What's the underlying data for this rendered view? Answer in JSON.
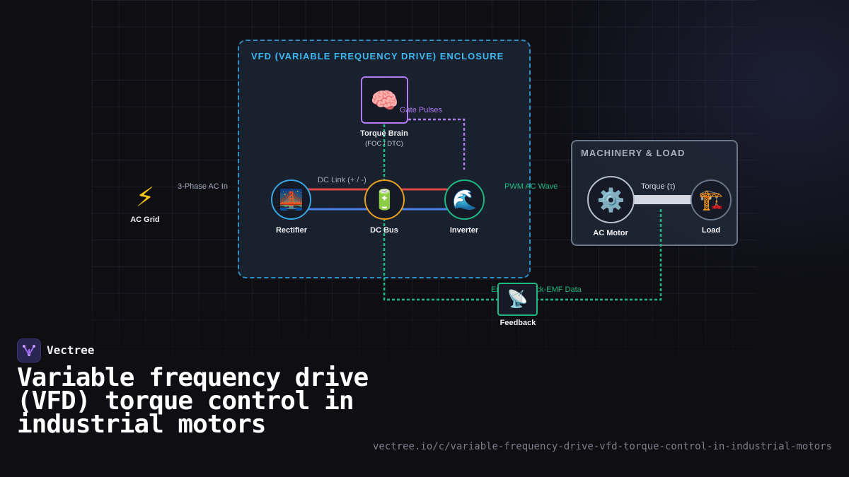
{
  "diagram": {
    "enclosure_title": "VFD (VARIABLE FREQUENCY DRIVE) ENCLOSURE",
    "machinery_title": "MACHINERY & LOAD",
    "nodes": {
      "ac_grid": {
        "label": "AC Grid",
        "glyph": "⚡"
      },
      "rectifier": {
        "label": "Rectifier",
        "glyph": "🌉"
      },
      "dc_bus": {
        "label": "DC Bus",
        "glyph": "🔋"
      },
      "inverter": {
        "label": "Inverter",
        "glyph": "🌊"
      },
      "torque_brain": {
        "label": "Torque Brain",
        "sublabel": "(FOC / DTC)",
        "glyph": "🧠"
      },
      "ac_motor": {
        "label": "AC Motor",
        "glyph": "⚙️"
      },
      "load": {
        "label": "Load",
        "glyph": "🏗️"
      },
      "feedback": {
        "label": "Feedback",
        "glyph": "📡"
      }
    },
    "edges": {
      "three_phase": "3-Phase AC In",
      "dc_link": "DC Link (+ / -)",
      "gate_pulses": "Gate Pulses",
      "pwm": "PWM AC Wave",
      "torque": "Torque (τ)",
      "emf": "Encoder / Back-EMF Data"
    },
    "colors": {
      "enclosure_border": "#2f8fc4",
      "positive_rail": "#e04848",
      "negative_rail": "#4a7fe8",
      "gate_pulse_line": "#b07cf0",
      "feedback_line": "#1fb882",
      "rectifier_ring": "#3aa6e0",
      "dc_bus_ring": "#e8a020",
      "inverter_ring": "#1fb882"
    }
  },
  "brand": {
    "name": "Vectree"
  },
  "headline": "Variable frequency drive (VFD) torque control in industrial motors",
  "url": "vectree.io/c/variable-frequency-drive-vfd-torque-control-in-industrial-motors"
}
